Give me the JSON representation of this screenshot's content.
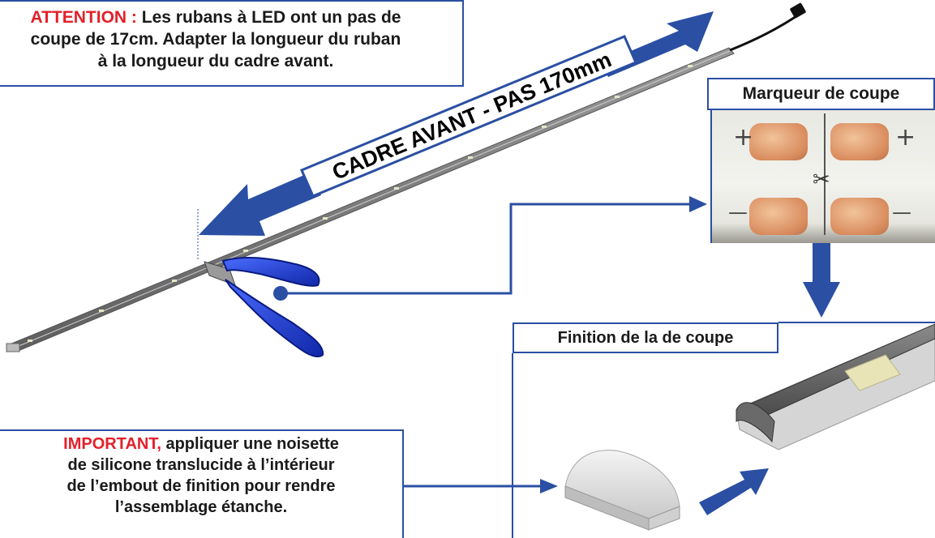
{
  "attention": {
    "label": "ATTENTION :",
    "text_line1": " Les rubans à LED ont un pas de",
    "text_line2": "coupe de 17cm. Adapter la longueur du ruban",
    "text_line3": "à la longueur du cadre avant."
  },
  "strip_label": "CADRE AVANT - PAS 170mm",
  "marker": {
    "title": "Marqueur de coupe",
    "plus": "+",
    "minus": "—"
  },
  "finition": {
    "title": "Finition de la de coupe"
  },
  "important": {
    "label": "IMPORTANT,",
    "text_line1": " appliquer une noisette",
    "text_line2": "de silicone translucide à l’intérieur",
    "text_line3": "de l’embout de finition pour rendre",
    "text_line4": "l’assemblage étanche."
  },
  "colors": {
    "accent_blue": "#2a4fa3",
    "warning_red": "#e3202a",
    "plier_blue": "#1f3fd6"
  },
  "icons": [
    "plier-icon",
    "end-cap-icon",
    "led-strip-icon",
    "connector-icon"
  ]
}
